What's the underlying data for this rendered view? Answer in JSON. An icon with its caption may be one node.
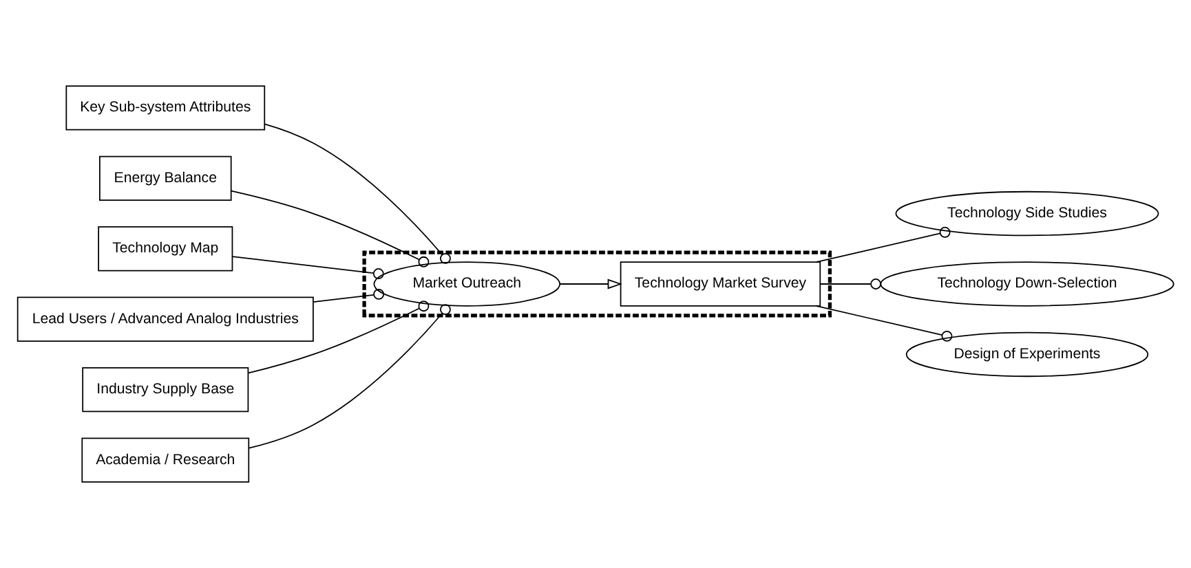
{
  "diagram": {
    "nodes": [
      {
        "text": [
          "Key Sub-system Attributes"
        ]
      },
      {
        "text": [
          "Energy Balance"
        ]
      },
      {
        "text": [
          "Technology Map"
        ]
      },
      {
        "text": [],
        "shape": "box"
      },
      {
        "text": [
          "Market Outreach"
        ],
        "in": 3
      },
      {
        "text": [
          "Technology Market Survey"
        ],
        "in": 3
      },
      {
        "text": [
          "Technology Side Studies"
        ]
      },
      {
        "text": [
          "Technology Down-Selection"
        ]
      },
      {
        "text": [
          "Design of Experiments"
        ]
      },
      {
        "text": [
          "Lead Users / Advanced Analog Industries"
        ]
      },
      {
        "text": [
          "Industry Supply Base"
        ]
      },
      {
        "text": [
          "Academia / Research"
        ]
      }
    ],
    "edges": [
      {
        "from": 0,
        "to": 4,
        "arrow": "other"
      },
      {
        "from": 1,
        "to": 4,
        "arrow": "other"
      },
      {
        "from": 2,
        "to": 4,
        "arrow": "other"
      },
      {
        "from": 9,
        "to": 4,
        "arrow": "other"
      },
      {
        "from": 10,
        "to": 4,
        "arrow": "other"
      },
      {
        "from": 11,
        "to": 4,
        "arrow": "other"
      },
      {
        "from": 4,
        "to": 5,
        "arrow": "to"
      },
      {
        "from": 5,
        "to": 6,
        "arrow": "other"
      },
      {
        "from": 5,
        "to": 7,
        "arrow": "other"
      },
      {
        "from": 5,
        "to": 8,
        "arrow": "other"
      }
    ]
  }
}
